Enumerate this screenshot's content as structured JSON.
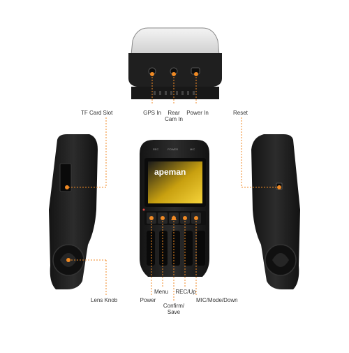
{
  "brand": "apeman",
  "colors": {
    "accent": "#f08a24",
    "body": "#1e1e1e",
    "screen_yellow": "#f2c418"
  },
  "labels": {
    "gps_in": "GPS In",
    "rear_cam_line1": "Rear",
    "rear_cam_line2": "Cam In",
    "power_in": "Power In",
    "tf_card_slot": "TF Card Slot",
    "reset": "Reset",
    "lens_knob": "Lens Knob",
    "power": "Power",
    "menu": "Menu",
    "confirm_line1": "Confirm/",
    "confirm_line2": "Save",
    "rec_up": "REC/Up",
    "mic_mode_down": "MIC/Mode/Down"
  },
  "device_top_labels": {
    "rec": "REC",
    "power": "POWER",
    "mic": "MIC"
  }
}
